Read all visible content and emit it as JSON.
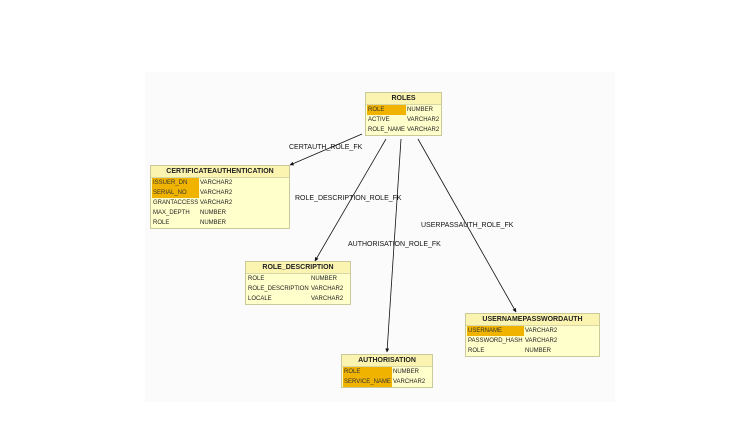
{
  "colors": {
    "key_fill": "#f0b400",
    "entity_fill": "#ffffcc",
    "title_fill": "#fbf3b0",
    "edge": "#111111"
  },
  "entities": {
    "roles": {
      "name": "ROLES",
      "columns": [
        {
          "name": "ROLE",
          "type": "NUMBER",
          "key": true
        },
        {
          "name": "ACTIVE",
          "type": "VARCHAR2",
          "key": false
        },
        {
          "name": "ROLE_NAME",
          "type": "VARCHAR2",
          "key": false
        }
      ]
    },
    "certauth": {
      "name": "CERTIFICATEAUTHENTICATION",
      "columns": [
        {
          "name": "ISSUER_DN",
          "type": "VARCHAR2",
          "key": true
        },
        {
          "name": "SERIAL_NO",
          "type": "VARCHAR2",
          "key": true
        },
        {
          "name": "GRANTACCESS",
          "type": "VARCHAR2",
          "key": false
        },
        {
          "name": "MAX_DEPTH",
          "type": "NUMBER",
          "key": false
        },
        {
          "name": "ROLE",
          "type": "NUMBER",
          "key": false
        }
      ]
    },
    "role_description": {
      "name": "ROLE_DESCRIPTION",
      "columns": [
        {
          "name": "ROLE",
          "type": "NUMBER",
          "key": false
        },
        {
          "name": "ROLE_DESCRIPTION",
          "type": "VARCHAR2",
          "key": false
        },
        {
          "name": "LOCALE",
          "type": "VARCHAR2",
          "key": false
        }
      ]
    },
    "authorisation": {
      "name": "AUTHORISATION",
      "columns": [
        {
          "name": "ROLE",
          "type": "NUMBER",
          "key": true
        },
        {
          "name": "SERVICE_NAME",
          "type": "VARCHAR2",
          "key": true
        }
      ]
    },
    "userpass": {
      "name": "USERNAMEPASSWORDAUTH",
      "columns": [
        {
          "name": "USERNAME",
          "type": "VARCHAR2",
          "key": true
        },
        {
          "name": "PASSWORD_HASH",
          "type": "VARCHAR2",
          "key": false
        },
        {
          "name": "ROLE",
          "type": "NUMBER",
          "key": false
        }
      ]
    }
  },
  "relationships": [
    {
      "label": "CERTAUTH_ROLE_FK",
      "from": "roles",
      "to": "certauth"
    },
    {
      "label": "ROLE_DESCRIPTION_ROLE_FK",
      "from": "roles",
      "to": "role_description"
    },
    {
      "label": "AUTHORISATION_ROLE_FK",
      "from": "roles",
      "to": "authorisation"
    },
    {
      "label": "USERPASSAUTH_ROLE_FK",
      "from": "roles",
      "to": "userpass"
    }
  ]
}
